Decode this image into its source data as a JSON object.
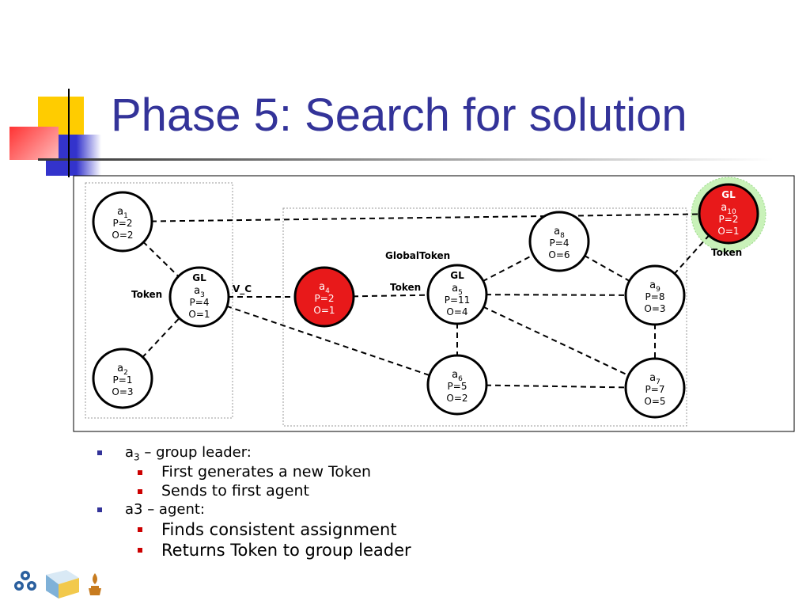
{
  "slide": {
    "title": "Phase 5: Search for solution"
  },
  "colors": {
    "title": "#333399",
    "node_red": "#e8191a",
    "token_halo": "#c9f2b9",
    "bullet_l1": "#333399",
    "bullet_l2": "#cc0000"
  },
  "diagram": {
    "nodes": [
      {
        "id": "a1",
        "base": "a",
        "sub": "1",
        "lines": [
          "P=2",
          "O=2"
        ],
        "style": "white"
      },
      {
        "id": "a2",
        "base": "a",
        "sub": "2",
        "lines": [
          "P=1",
          "O=3"
        ],
        "style": "white"
      },
      {
        "id": "a3",
        "header": "GL",
        "base": "a",
        "sub": "3",
        "lines": [
          "P=4",
          "O=1"
        ],
        "style": "white"
      },
      {
        "id": "a4",
        "base": "a",
        "sub": "4",
        "lines": [
          "P=2",
          "O=1"
        ],
        "style": "red"
      },
      {
        "id": "a5",
        "header": "GL",
        "base": "a",
        "sub": "5",
        "lines": [
          "P=11",
          "O=4"
        ],
        "style": "white"
      },
      {
        "id": "a6",
        "base": "a",
        "sub": "6",
        "lines": [
          "P=5",
          "O=2"
        ],
        "style": "white"
      },
      {
        "id": "a7",
        "base": "a",
        "sub": "7",
        "lines": [
          "P=7",
          "O=5"
        ],
        "style": "white"
      },
      {
        "id": "a8",
        "base": "a",
        "sub": "8",
        "lines": [
          "P=4",
          "O=6"
        ],
        "style": "white"
      },
      {
        "id": "a9",
        "base": "a",
        "sub": "9",
        "lines": [
          "P=8",
          "O=3"
        ],
        "style": "white"
      },
      {
        "id": "a10",
        "header": "GL",
        "base": "a",
        "sub": "10",
        "lines": [
          "P=2",
          "O=1"
        ],
        "style": "red",
        "halo": true
      }
    ],
    "edges": [
      [
        "a1",
        "a3"
      ],
      [
        "a2",
        "a3"
      ],
      [
        "a1",
        "a10"
      ],
      [
        "a3",
        "a4"
      ],
      [
        "a3",
        "a6"
      ],
      [
        "a4",
        "a5"
      ],
      [
        "a5",
        "a8"
      ],
      [
        "a5",
        "a9"
      ],
      [
        "a5",
        "a6"
      ],
      [
        "a5",
        "a7"
      ],
      [
        "a8",
        "a9"
      ],
      [
        "a9",
        "a7"
      ],
      [
        "a6",
        "a7"
      ],
      [
        "a10",
        "a9"
      ]
    ],
    "labels": {
      "token_a3": "Token",
      "v_c": "V_C",
      "global_token": "GlobalToken",
      "token_a5": "Token",
      "token_a10": "Token"
    }
  },
  "bullets": [
    {
      "level": 1,
      "base": "a",
      "sub": "3",
      "rest": " – group leader:"
    },
    {
      "level": 2,
      "text": "First generates a new Token"
    },
    {
      "level": 2,
      "text": "Sends to first agent"
    },
    {
      "level": 1,
      "text": "a3 – agent:"
    },
    {
      "level": 2,
      "text": "Finds consistent assignment",
      "big": true
    },
    {
      "level": 2,
      "text": "Returns Token to group leader",
      "big": true
    }
  ]
}
